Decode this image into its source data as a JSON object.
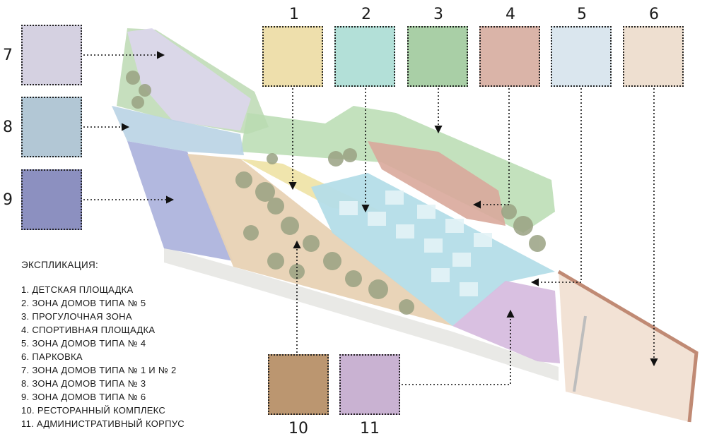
{
  "legend": {
    "title": "ЭКСПЛИКАЦИЯ:",
    "items": [
      "1. ДЕТСКАЯ ПЛОЩАДКА",
      "2. ЗОНА ДОМОВ ТИПА № 5",
      "3. ПРОГУЛОЧНАЯ ЗОНА",
      "4. СПОРТИВНАЯ ПЛОЩАДКА",
      "5. ЗОНА ДОМОВ ТИПА № 4",
      "6. ПАРКОВКА",
      "7. ЗОНА ДОМОВ ТИПА № 1 И № 2",
      "8. ЗОНА ДОМОВ ТИПА № 3",
      "9. ЗОНА ДОМОВ ТИПА № 6",
      "10. РЕСТОРАННЫЙ КОМПЛЕКС",
      "11. АДМИНИСТРАТИВНЫЙ КОРПУС"
    ]
  },
  "zones": [
    {
      "number": "1",
      "color": "#eedfac"
    },
    {
      "number": "2",
      "color": "#b3e0d8"
    },
    {
      "number": "3",
      "color": "#a9cfa6"
    },
    {
      "number": "4",
      "color": "#dab4a8"
    },
    {
      "number": "5",
      "color": "#dae6ee"
    },
    {
      "number": "6",
      "color": "#eedfd0"
    },
    {
      "number": "7",
      "color": "#d5d1e1"
    },
    {
      "number": "8",
      "color": "#b2c7d5"
    },
    {
      "number": "9",
      "color": "#8c90c0"
    },
    {
      "number": "10",
      "color": "#bb9670"
    },
    {
      "number": "11",
      "color": "#c9b2d2"
    }
  ]
}
